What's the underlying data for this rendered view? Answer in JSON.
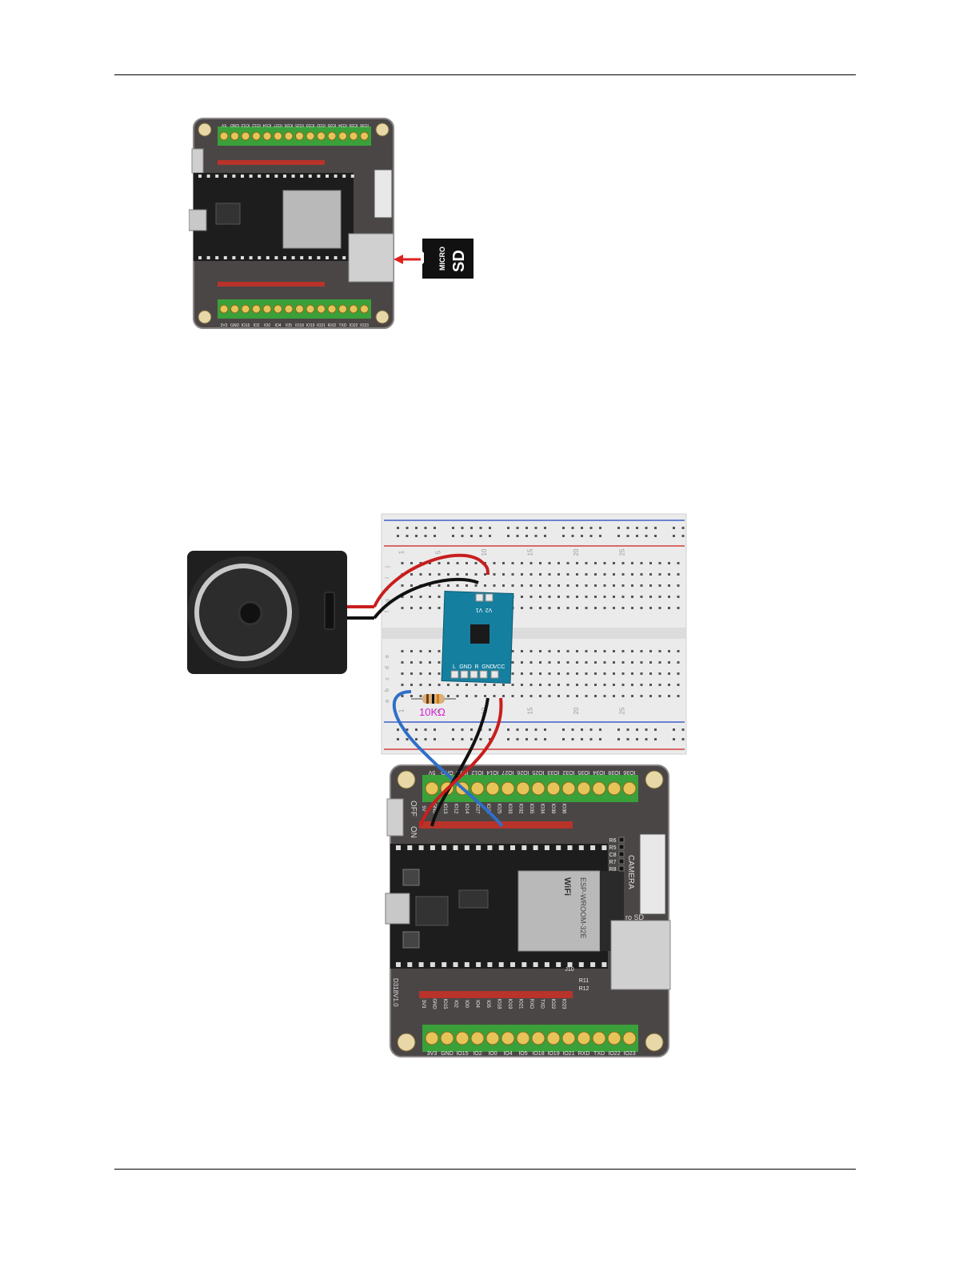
{
  "figure1": {
    "top_pins": [
      "5V",
      "GND",
      "IO13",
      "IO12",
      "IO14",
      "IO27",
      "IO26",
      "IO25",
      "IO33",
      "IO32",
      "IO35",
      "IO34",
      "IO39",
      "IO36"
    ],
    "bottom_pins": [
      "3V3",
      "GND",
      "IO15",
      "IO2",
      "IO0",
      "IO4",
      "IO5",
      "IO18",
      "IO19",
      "IO21",
      "RXD",
      "TXD",
      "IO22",
      "IO23"
    ],
    "sd_card": {
      "line1": "MICRO",
      "line2": "SD"
    }
  },
  "figure2": {
    "breadboard_cols": [
      "1",
      "5",
      "10",
      "15",
      "20",
      "25"
    ],
    "breadboard_rows": [
      "a",
      "b",
      "c",
      "d",
      "e",
      "f",
      "g",
      "h",
      "i",
      "j"
    ],
    "amp_top_labels": [
      "V1",
      "V2"
    ],
    "amp_bottom_labels": [
      "L",
      "GND",
      "R",
      "GND",
      "VCC"
    ],
    "resistor_label": "10KΩ",
    "switch_off": "OFF",
    "switch_on": "ON",
    "top_pins": [
      "5V",
      "GND",
      "IO13",
      "IO12",
      "IO14",
      "IO27",
      "IO26",
      "IO25",
      "IO33",
      "IO32",
      "IO35",
      "IO34",
      "IO39",
      "IO36"
    ],
    "bottom_pins": [
      "3V3",
      "GND",
      "IO15",
      "IO2",
      "IO0",
      "IO4",
      "IO5",
      "IO18",
      "IO19",
      "IO21",
      "RXD",
      "TXD",
      "IO22",
      "IO23"
    ],
    "side_labels": [
      "R6",
      "R5",
      "C8",
      "R7",
      "R8"
    ],
    "bottom_side_labels": [
      "J10",
      "R11",
      "R12"
    ],
    "camera_label": "CAMERA",
    "module_label": "ESP-WROOM-32E",
    "wifi_label": "WiFi",
    "sd_slot_label": "ro SD",
    "board_version": "D318V1.0"
  }
}
